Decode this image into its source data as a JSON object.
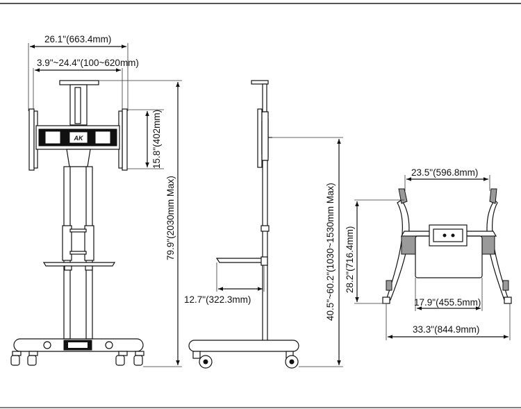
{
  "front_view": {
    "overall_width": "26.1\"(663.4mm)",
    "vesa_width_range": "3.9\"~24.4\"(100~620mm)",
    "bracket_height": "15.8\"(402mm)",
    "max_height": "79.9\"(2030mm Max)",
    "logo_text": "AK"
  },
  "side_view": {
    "shelf_depth": "12.7\"(322.3mm)",
    "height_range": "40.5\"~60.2\"(1030~1530mm Max)"
  },
  "top_view": {
    "inner_width": "23.5\"(596.8mm)",
    "depth": "28.2\"(716.4mm)",
    "shelf_width": "17.9\"(455.5mm)",
    "base_width": "33.3\"(844.9mm)"
  },
  "colors": {
    "line": "#111111",
    "rule": "#555555",
    "accent_grey": "#9a9a9a"
  }
}
